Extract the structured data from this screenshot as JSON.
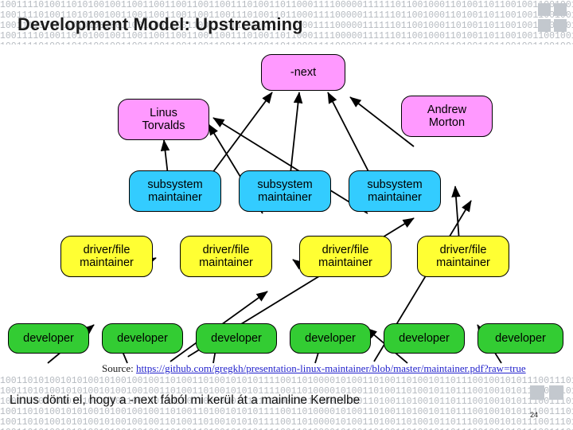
{
  "slide": {
    "title": "Development Model: Upstreaming",
    "caption": "Linus dönti el, hogy a -next fából mi kerül át a mainline Kernelbe",
    "page_number": "24",
    "background_digits_top": "10011110100110101001001100110011001100110011101001101100011110000011111101100100011010011011001001100100100010011010011100010000111110001000011011000010000100000010011001",
    "background_digits_bottom": "1001101010010101001010010010011010011010010101011110011010000101001101001101001011011100100101011100111010010101101011010110100111010101001100101000100001001101011011010110010100101010011010011101010101011011010101101010011011001011010110101011101001001011010110101011011010010010110110110101101011011101101101101001011011011010110101101101011010110110100110110101101101011011010110110101101101"
  },
  "source": {
    "label": "Source:",
    "url": "https://github.com/gregkh/presentation-linux-maintainer/blob/master/maintainer.pdf?raw=true"
  },
  "diagram": {
    "nodes": [
      {
        "id": "next",
        "label": "-next",
        "color": "#ff99ff"
      },
      {
        "id": "linus",
        "label": "Linus\nTorvalds",
        "color": "#ff99ff"
      },
      {
        "id": "andrew",
        "label": "Andrew\nMorton",
        "color": "#ff99ff"
      },
      {
        "id": "sub1",
        "label": "subsystem\nmaintainer",
        "color": "#33ccff"
      },
      {
        "id": "sub2",
        "label": "subsystem\nmaintainer",
        "color": "#33ccff"
      },
      {
        "id": "sub3",
        "label": "subsystem\nmaintainer",
        "color": "#33ccff"
      },
      {
        "id": "drv1",
        "label": "driver/file\nmaintainer",
        "color": "#ffff33"
      },
      {
        "id": "drv2",
        "label": "driver/file\nmaintainer",
        "color": "#ffff33"
      },
      {
        "id": "drv3",
        "label": "driver/file\nmaintainer",
        "color": "#ffff33"
      },
      {
        "id": "drv4",
        "label": "driver/file\nmaintainer",
        "color": "#ffff33"
      },
      {
        "id": "dev1",
        "label": "developer",
        "color": "#33cc33"
      },
      {
        "id": "dev2",
        "label": "developer",
        "color": "#33cc33"
      },
      {
        "id": "dev3",
        "label": "developer",
        "color": "#33cc33"
      },
      {
        "id": "dev4",
        "label": "developer",
        "color": "#33cc33"
      },
      {
        "id": "dev5",
        "label": "developer",
        "color": "#33cc33"
      },
      {
        "id": "dev6",
        "label": "developer",
        "color": "#33cc33"
      }
    ]
  }
}
